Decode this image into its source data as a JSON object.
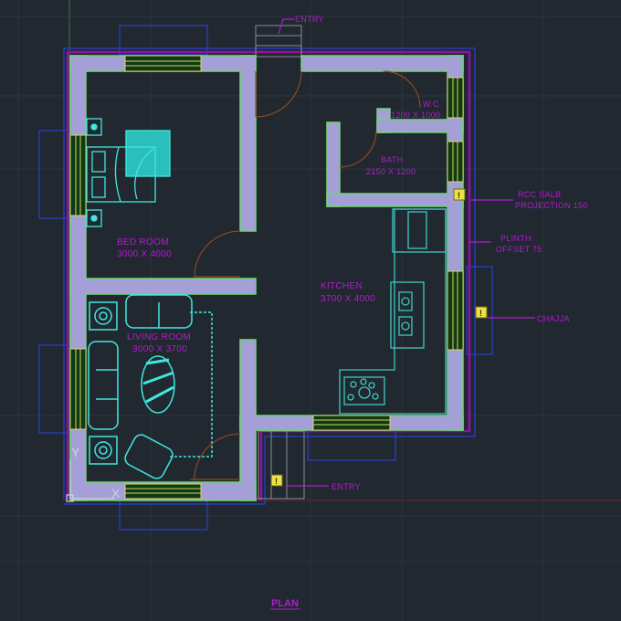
{
  "colors": {
    "background": "#212830",
    "grid": "#2b333d",
    "wall_fill": "#a59fd8",
    "wall_edge": "#6fd672",
    "outline_magenta": "#9010a8",
    "outline_blue": "#2a3fd0",
    "window_yellow": "#d8d46a",
    "furniture_cyan": "#3ee8e0",
    "kitchen_cyan": "#3fc8c0",
    "door_arc": "#8a4a22",
    "text_magenta": "#b21bd0",
    "warning_yellow": "#f0e040"
  },
  "rooms": [
    {
      "name": "BED ROOM",
      "size": "3000 X 4000"
    },
    {
      "name": "LIVING ROOM",
      "size": "3000 X 3700"
    },
    {
      "name": "KITCHEN",
      "size": "3700 X 4000"
    },
    {
      "name": "BATH",
      "size": "2150 X 1200"
    },
    {
      "name": "W.C.",
      "size": "1200 X 1000"
    }
  ],
  "annotations": {
    "entry_top": "ENTRY",
    "entry_bottom": "ENTRY",
    "rcc_line1": "RCC SALB",
    "rcc_line2": "PROJECTION 150",
    "plinth_line1": "PLINTH",
    "plinth_line2": "OFFSET 75",
    "chajja": "CHAJJA"
  },
  "ucs": {
    "y_label": "Y",
    "x_label": "X"
  },
  "drawing_title": "PLAN",
  "warning_glyph": "!"
}
